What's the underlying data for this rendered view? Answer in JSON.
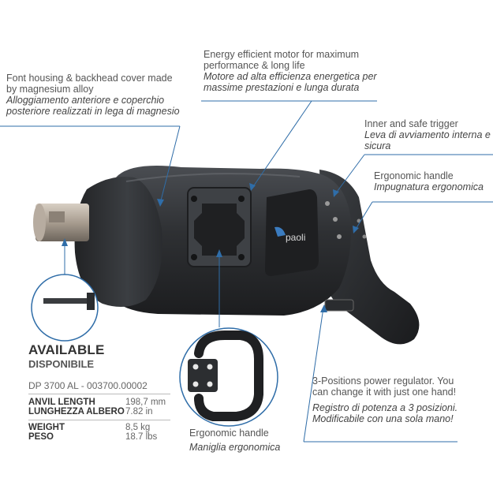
{
  "callouts": {
    "housing": {
      "en": "Font housing & backhead cover made by magnesium alloy",
      "it": "Alloggiamento anteriore e coperchio posteriore realizzati in lega di magnesio"
    },
    "motor": {
      "en": "Energy efficient motor for maximum performance & long life",
      "it": "Motore ad alta efficienza energetica per massime prestazioni e lunga durata"
    },
    "trigger": {
      "en": "Inner and safe trigger",
      "it": "Leva di avviamento interna e sicura"
    },
    "ergonomic_top": {
      "en": "Ergonomic handle",
      "it": "Impugnatura ergonomica"
    },
    "ergonomic_bottom": {
      "en": "Ergonomic handle",
      "it": "Maniglia ergonomica"
    },
    "regulator": {
      "en": "3-Positions power regulator. You can change it with just one hand!",
      "it": "Registro di potenza a 3 posizioni. Modificabile con una sola mano!"
    }
  },
  "availability": {
    "title_en": "AVAILABLE",
    "title_it": "DISPONIBILE",
    "code": "DP 3700 AL - 003700.00002"
  },
  "specs": [
    {
      "label_en": "ANVIL LENGTH",
      "label_it": "LUNGHEZZA ALBERO",
      "value_metric": "198,7 mm",
      "value_imperial": "7.82 in"
    },
    {
      "label_en": "WEIGHT",
      "label_it": "PESO",
      "value_metric": "8,5 kg",
      "value_imperial": "18.7 lbs"
    }
  ],
  "brand": {
    "logo_text": "paoli"
  },
  "colors": {
    "accent": "#2f6da8",
    "tool_body": "#2e3033"
  }
}
